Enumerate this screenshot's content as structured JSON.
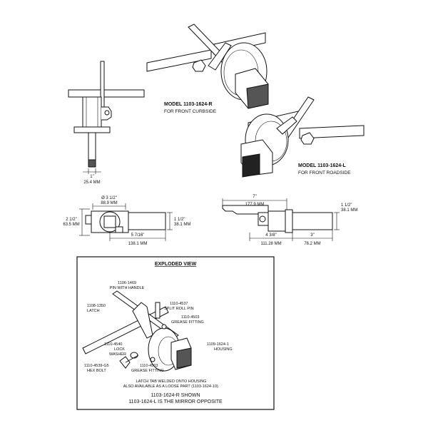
{
  "model_r": {
    "title": "MODEL 1103-1624-R",
    "subtitle": "FOR FRONT CURBSIDE"
  },
  "model_l": {
    "title": "MODEL 1103-1624-L",
    "subtitle": "FOR FRONT ROADSIDE"
  },
  "side_view": {
    "dim_in": "1\"",
    "dim_mm": "25.4 MM"
  },
  "top_view": {
    "dia_in": "Ø 3 1/2\"",
    "dia_mm": "88.9 MM",
    "left_in": "2 1/2\"",
    "left_mm": "63.5 MM",
    "right_in": "1 1/2\"",
    "right_mm": "38.1 MM",
    "bottom_in": "5 7/16\"",
    "bottom_mm": "138.1 MM"
  },
  "front_view": {
    "top_in": "7\"",
    "top_mm": "177.9 MM",
    "right_in": "1 1/2\"",
    "right_mm": "38.1 MM",
    "mid_in": "4 3/8\"",
    "mid_mm": "111.28 MM",
    "end_in": "3\"",
    "end_mm": "76.2 MM"
  },
  "exploded": {
    "heading": "EXPLODED VIEW",
    "pin_part": "1106-1469",
    "pin_desc": "PIN WITH HANDLE",
    "latch_part": "1108-1350",
    "latch_desc": "LATCH",
    "roll_part": "1110-4537",
    "roll_desc": "SPLIT ROLL PIN",
    "grease1_part": "1110-4503",
    "grease1_desc": "GREASE FITTING",
    "housing_part": "1109-1624-1",
    "housing_desc": "HOUSING",
    "washer_part": "1110-4540",
    "washer_desc1": "LOCK",
    "washer_desc2": "WASHER",
    "bolt_part": "1110-4539-G5",
    "bolt_desc": "HEX BOLT",
    "grease2_part": "1110-4503",
    "grease2_desc": "GREASE FITTING",
    "note1": "LATCH TAB WELDED ONTO HOUSING",
    "note2": "ALSO AVAILABLE AS A LOOSE PART (1103-1624-10).",
    "shown1": "1103-1624-R SHOWN",
    "shown2": "1103-1624-L IS THE MIRROR OPPOSITE"
  }
}
